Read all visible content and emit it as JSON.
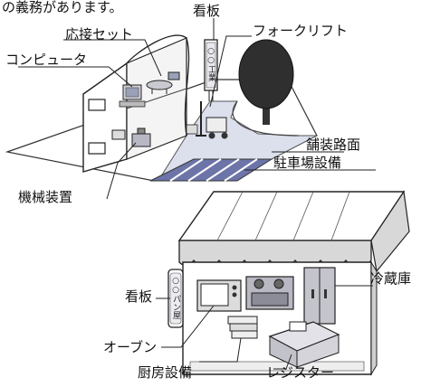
{
  "header": {
    "text": "の義務があります。"
  },
  "factory": {
    "labels": {
      "signboard": "看板",
      "reception_set": "応接セット",
      "forklift": "フォークリフト",
      "computer": "コンピュータ",
      "pavement": "舗装路面",
      "parking": "駐車場設備",
      "machinery": "機械装置"
    },
    "sign_text": "○○工業"
  },
  "shop": {
    "labels": {
      "refrigerator": "冷蔵庫",
      "signboard": "看板",
      "oven": "オーブン",
      "kitchen": "厨房設備",
      "register": "レジスター"
    },
    "sign_text": "○○パン屋"
  }
}
